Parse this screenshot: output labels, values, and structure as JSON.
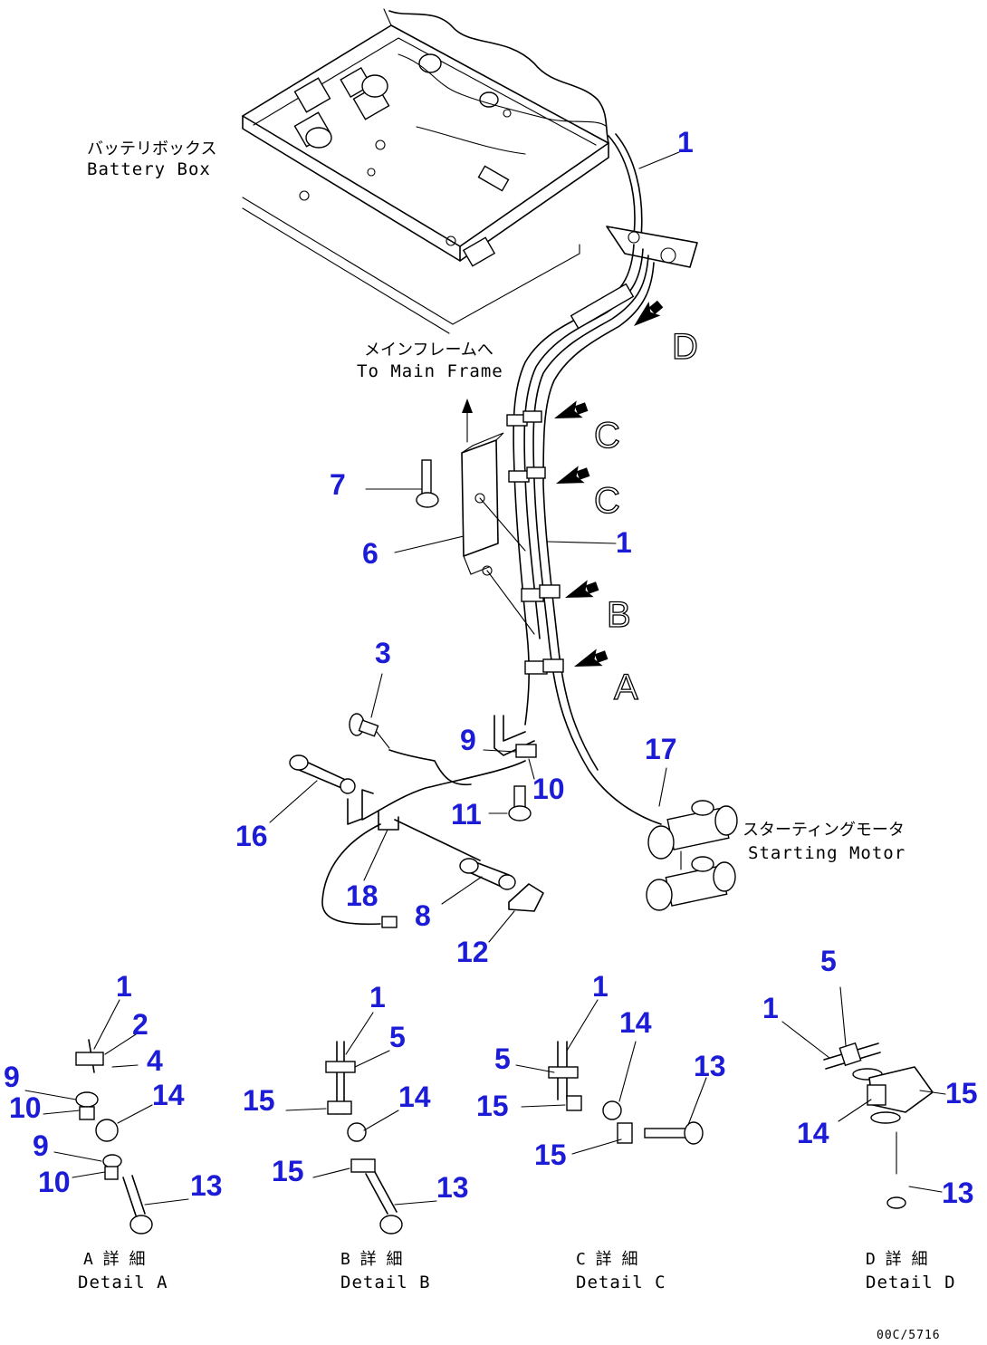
{
  "labels": {
    "battery_box_jp": "バッテリボックス",
    "battery_box_en": "Battery Box",
    "main_frame_jp": "メインフレームへ",
    "main_frame_en": "To Main Frame",
    "starting_motor_jp": "スターティングモータ",
    "starting_motor_en": "Starting Motor"
  },
  "view_letters": {
    "a": "A",
    "b": "B",
    "c1": "C",
    "c2": "C",
    "d": "D"
  },
  "main_parts": {
    "p1_top": "1",
    "p1_mid": "1",
    "p3": "3",
    "p6": "6",
    "p7": "7",
    "p8": "8",
    "p9": "9",
    "p10": "10",
    "p11": "11",
    "p12": "12",
    "p16": "16",
    "p17": "17",
    "p18": "18"
  },
  "detail_a": {
    "p1": "1",
    "p2": "2",
    "p4": "4",
    "p9a": "9",
    "p10a": "10",
    "p14": "14",
    "p9b": "9",
    "p10b": "10",
    "p13": "13",
    "title_jp": "A 詳 細",
    "title_en": "Detail A"
  },
  "detail_b": {
    "p1": "1",
    "p5": "5",
    "p15a": "15",
    "p14": "14",
    "p15b": "15",
    "p13": "13",
    "title_jp": "B 詳 細",
    "title_en": "Detail B"
  },
  "detail_c": {
    "p1": "1",
    "p14": "14",
    "p5": "5",
    "p13": "13",
    "p15a": "15",
    "p15b": "15",
    "title_jp": "C 詳 細",
    "title_en": "Detail C"
  },
  "detail_d": {
    "p5": "5",
    "p1": "1",
    "p15": "15",
    "p14": "14",
    "p13": "13",
    "title_jp": "D 詳 細",
    "title_en": "Detail D"
  },
  "drawing_code": "00C/5716"
}
